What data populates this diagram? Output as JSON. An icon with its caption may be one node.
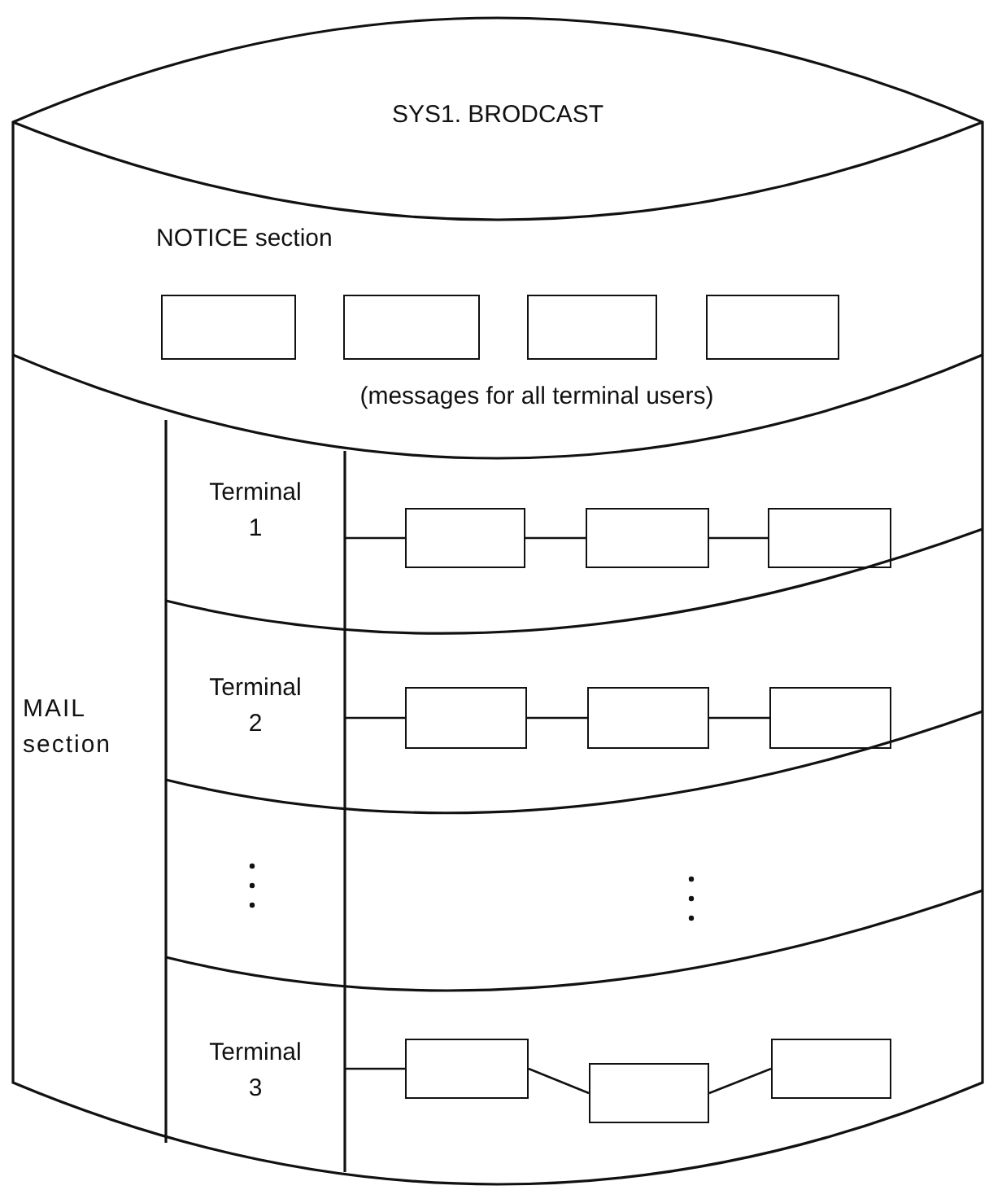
{
  "diagram": {
    "nodes": [
      {
        "text": [
          "SYS1. BRODCAST"
        ]
      },
      {
        "text": [
          "NOTICE section",
          "(messages for all terminal users)"
        ],
        "in": 0
      },
      {
        "text": [],
        "shape": "box",
        "in": 1
      },
      {
        "text": [],
        "shape": "box",
        "in": 1
      },
      {
        "text": [],
        "shape": "box",
        "in": 1
      },
      {
        "text": [],
        "shape": "box",
        "in": 1
      },
      {
        "text": [
          "MAIL section"
        ],
        "in": 0
      },
      {
        "text": [
          "Terminal 1"
        ],
        "in": 6
      },
      {
        "text": [],
        "shape": "box",
        "in": 6
      },
      {
        "text": [],
        "shape": "box",
        "in": 6
      },
      {
        "text": [],
        "shape": "box",
        "in": 6
      },
      {
        "text": [
          "Terminal 2"
        ],
        "in": 6
      },
      {
        "text": [],
        "shape": "box",
        "in": 6
      },
      {
        "text": [],
        "shape": "box",
        "in": 6
      },
      {
        "text": [],
        "shape": "box",
        "in": 6
      },
      {
        "text": [
          "Terminal 3"
        ],
        "in": 6
      },
      {
        "text": [],
        "shape": "box",
        "in": 6
      },
      {
        "text": [],
        "shape": "box",
        "in": 6
      },
      {
        "text": [],
        "shape": "box",
        "in": 6
      }
    ],
    "edges": [
      {
        "from": 7,
        "to": 8,
        "arrow": "none"
      },
      {
        "from": 8,
        "to": 9,
        "arrow": "none"
      },
      {
        "from": 9,
        "to": 10,
        "arrow": "none"
      },
      {
        "from": 11,
        "to": 12,
        "arrow": "none"
      },
      {
        "from": 12,
        "to": 13,
        "arrow": "none"
      },
      {
        "from": 13,
        "to": 14,
        "arrow": "none"
      },
      {
        "from": 15,
        "to": 16,
        "arrow": "none"
      },
      {
        "from": 16,
        "to": 17,
        "arrow": "none"
      },
      {
        "from": 17,
        "to": 18,
        "arrow": "none"
      }
    ]
  }
}
